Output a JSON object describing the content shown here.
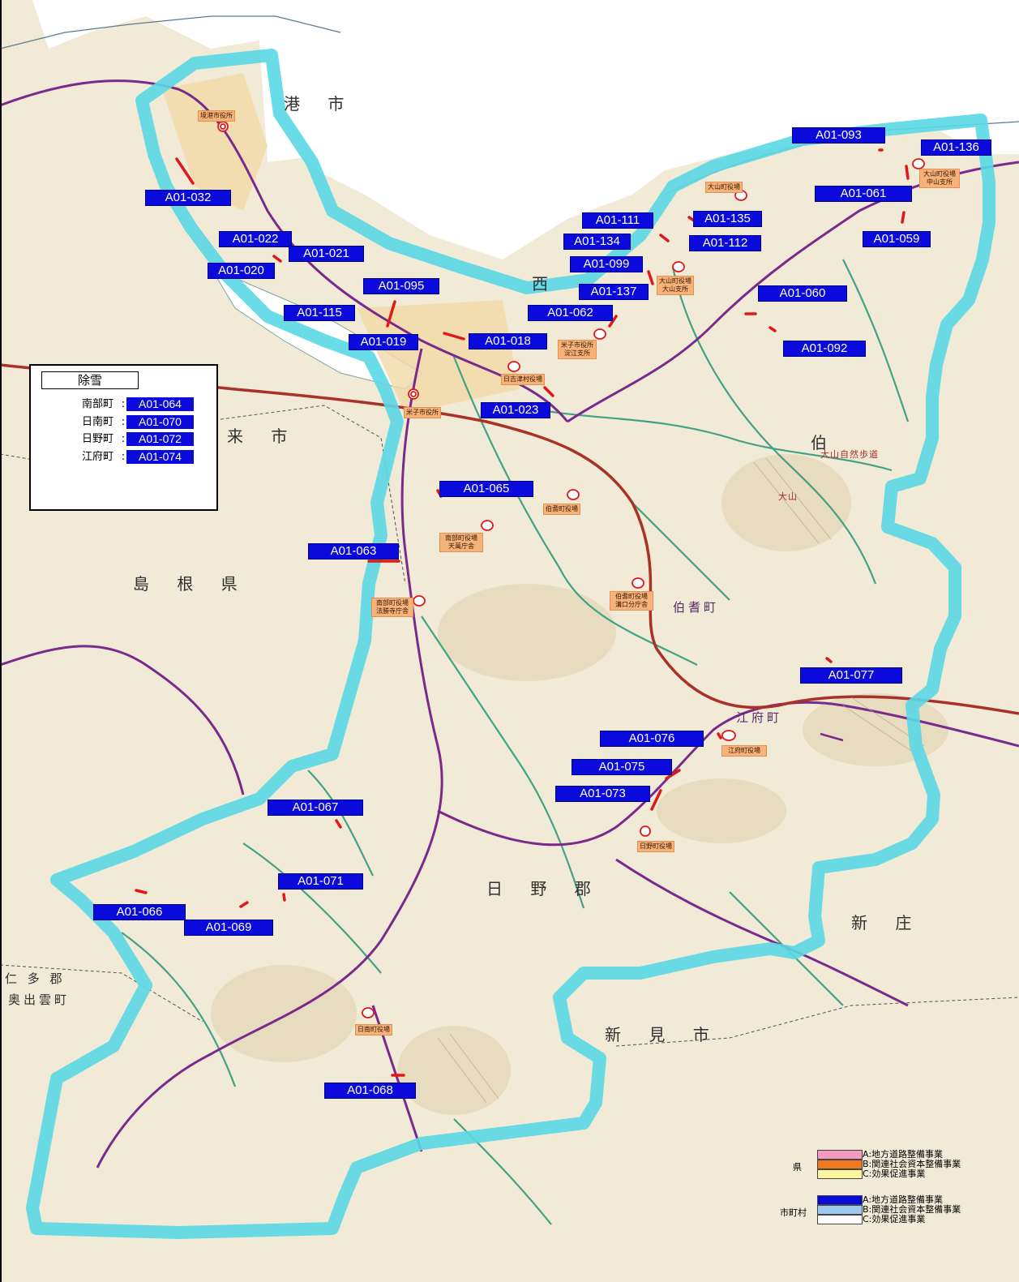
{
  "map": {
    "place_names": {
      "sakaiminato": "港 市",
      "nishi": "西",
      "yonago": "来 市",
      "shimane": "島 根 県",
      "hino_gun": "日 野 郡",
      "hakuho": "伯",
      "nitago": "仁 多 郡",
      "okuizumo": "奥出雲町",
      "niimi": "新 見 市",
      "shinjo": "新 庄",
      "kofu_town": "江府町",
      "hoki_town": "伯耆町",
      "daisen_park": "大山自然歩道",
      "daisen_peak": "大山"
    },
    "facilities": {
      "sakaiminato_office": "境港市役所",
      "yonago_office": "米子市役所",
      "hiezu_office": "日吉津村役場",
      "yodoe_branch": "米子市役所\n淀江支所",
      "daisen_office": "大山町役場",
      "daisen_branch": "大山町役場\n大山支所",
      "nakayama_branch": "大山町役場\n中山支所",
      "hoki_office": "伯耆町役場",
      "nanbu_tenman": "南部町役場\n天萬庁舎",
      "nanbu_hossyoji": "南部町役場\n法勝寺庁舎",
      "hoki_mizoguchi": "伯耆町役場\n溝口分庁舎",
      "kofu_office": "江府町役場",
      "hino_office": "日野町役場",
      "nichinan_office": "日南町役場"
    },
    "project_labels": {
      "a032": "A01-032",
      "a022": "A01-022",
      "a021": "A01-021",
      "a020": "A01-020",
      "a095": "A01-095",
      "a115": "A01-115",
      "a019": "A01-019",
      "a018": "A01-018",
      "a023": "A01-023",
      "a062": "A01-062",
      "a137": "A01-137",
      "a099": "A01-099",
      "a134": "A01-134",
      "a111": "A01-111",
      "a135": "A01-135",
      "a112": "A01-112",
      "a093": "A01-093",
      "a136": "A01-136",
      "a061": "A01-061",
      "a059": "A01-059",
      "a060": "A01-060",
      "a092": "A01-092",
      "a065": "A01-065",
      "a063": "A01-063",
      "a077": "A01-077",
      "a076": "A01-076",
      "a075": "A01-075",
      "a073": "A01-073",
      "a067": "A01-067",
      "a071": "A01-071",
      "a066": "A01-066",
      "a069": "A01-069",
      "a068": "A01-068"
    }
  },
  "snow_removal": {
    "title": "除雪",
    "colon": ":",
    "rows": [
      {
        "town": "南部町",
        "code": "A01-064"
      },
      {
        "town": "日南町",
        "code": "A01-070"
      },
      {
        "town": "日野町",
        "code": "A01-072"
      },
      {
        "town": "江府町",
        "code": "A01-074"
      }
    ]
  },
  "legend": {
    "groups": [
      {
        "label": "県",
        "items": [
          {
            "text": "A:地方道路整備事業",
            "color": "#f49ac1"
          },
          {
            "text": "B:関連社会資本整備事業",
            "color": "#f07820"
          },
          {
            "text": "C:効果促進事業",
            "color": "#fff59d"
          }
        ]
      },
      {
        "label": "市町村",
        "items": [
          {
            "text": "A:地方道路整備事業",
            "color": "#0a0adc"
          },
          {
            "text": "B:関連社会資本整備事業",
            "color": "#9dc8ef"
          },
          {
            "text": "C:効果促進事業",
            "color": "#ffffff"
          }
        ]
      }
    ]
  },
  "colors": {
    "boundary": "#5ad8e6",
    "label_bg": "#0a0adc",
    "segment": "#e01818",
    "national_route": "#7a2a8c",
    "main_route": "#a83228",
    "local_road": "#2f9b7a",
    "terrain": "#efe6cf",
    "sea": "#ffffff"
  }
}
